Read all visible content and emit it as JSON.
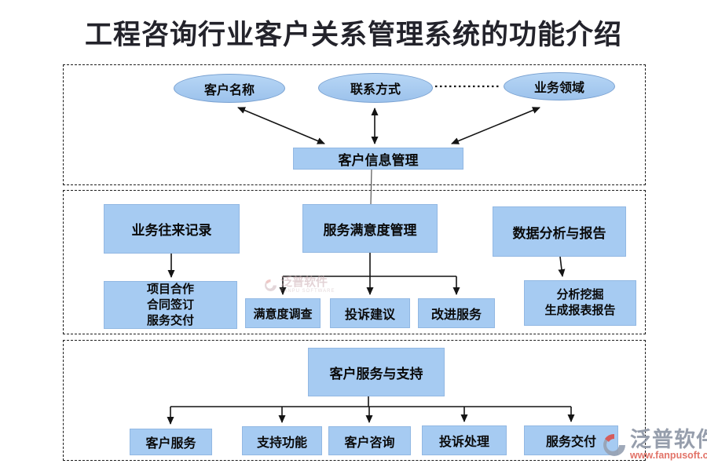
{
  "title": "工程咨询行业客户关系管理系统的功能介绍",
  "section1": {
    "ellipse1": "客户名称",
    "ellipse2": "联系方式",
    "ellipse3": "业务领域",
    "hub": "客户信息管理"
  },
  "section2": {
    "box_business_records": "业务往来记录",
    "box_service_satisfaction": "服务满意度管理",
    "box_data_analysis": "数据分析与报告",
    "business_sub": {
      "line1": "项目合作",
      "line2": "合同签订",
      "line3": "服务交付"
    },
    "satisfaction_sub1": "满意度调查",
    "satisfaction_sub2": "投诉建议",
    "satisfaction_sub3": "改进服务",
    "analysis_sub": {
      "line1": "分析挖掘",
      "line2": "生成报表报告"
    }
  },
  "section3": {
    "hub": "客户服务与支持",
    "sub1": "客户服务",
    "sub2": "支持功能",
    "sub3": "客户咨询",
    "sub4": "投诉处理",
    "sub5": "服务交付"
  },
  "watermark": {
    "brand": "泛普软件",
    "brand_latin": "FANPU SOFTWARE",
    "url": "www.fanpusoft.com"
  },
  "colors": {
    "node_fill": "#a6cbf2",
    "ellipse_border": "#79a1d1",
    "line": "#141414",
    "title": "#23232b",
    "watermark_gray": "#8e96a6",
    "watermark_red": "#e0685c"
  }
}
